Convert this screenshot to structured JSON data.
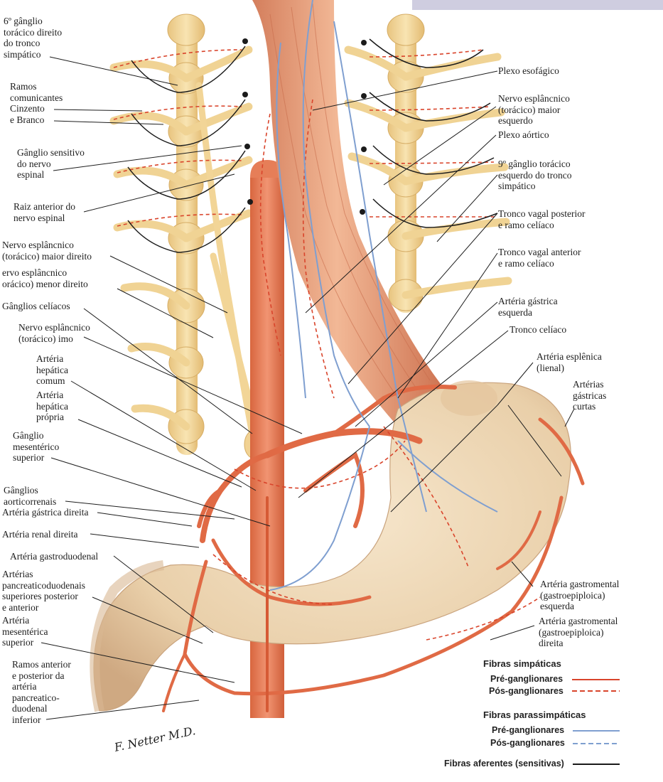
{
  "header": {
    "text": ""
  },
  "labels_left": [
    {
      "id": "ganglio-toracico-6",
      "lines": [
        "6º gânglio",
        "torácico direito",
        "do tronco",
        "simpático"
      ]
    },
    {
      "id": "ramos-comunicantes",
      "lines": [
        "Ramos",
        "comunicantes",
        "Cinzento",
        "e Branco"
      ]
    },
    {
      "id": "ganglio-sensitivo",
      "lines": [
        "Gânglio sensitivo",
        "do nervo",
        "espinal"
      ]
    },
    {
      "id": "raiz-anterior",
      "lines": [
        "Raiz anterior do",
        "nervo espinal"
      ]
    },
    {
      "id": "esplancnico-maior-direito",
      "lines": [
        "Nervo esplâncnico",
        "(torácico) maior direito"
      ]
    },
    {
      "id": "esplancnico-menor-direito",
      "lines": [
        "ervo esplâncnico",
        "orácico) menor direito"
      ]
    },
    {
      "id": "ganglios-celiacos",
      "lines": [
        "Gânglios celíacos"
      ]
    },
    {
      "id": "esplancnico-imo",
      "lines": [
        "Nervo esplâncnico",
        "(torácico) imo"
      ]
    },
    {
      "id": "arteria-hepatica-comum",
      "lines": [
        "Artéria",
        "hepática",
        "comum"
      ]
    },
    {
      "id": "arteria-hepatica-propria",
      "lines": [
        "Artéria",
        "hepática",
        "própria"
      ]
    },
    {
      "id": "ganglio-mesenterico",
      "lines": [
        "Gânglio",
        "mesentérico",
        "superior"
      ]
    },
    {
      "id": "ganglios-aorticorrenais",
      "lines": [
        "Gânglios",
        "aorticorrenais"
      ]
    },
    {
      "id": "arteria-gastrica-direita",
      "lines": [
        "Artéria gástrica direita"
      ]
    },
    {
      "id": "arteria-renal-direita",
      "lines": [
        "Artéria renal direita"
      ]
    },
    {
      "id": "arteria-gastroduodenal",
      "lines": [
        "Artéria gastroduodenal"
      ]
    },
    {
      "id": "arterias-pancreaticoduodenais",
      "lines": [
        "Artérias",
        "pancreaticoduodenais",
        "superiores posterior",
        "e anterior"
      ]
    },
    {
      "id": "arteria-mesenterica",
      "lines": [
        "Artéria",
        "mesentérica",
        "superior"
      ]
    },
    {
      "id": "ramos-pancreaticoduodenal-inferior",
      "lines": [
        "Ramos anterior",
        "e posterior da",
        "artéria",
        "pancreatico-",
        "duodenal",
        "inferior"
      ]
    }
  ],
  "labels_right": [
    {
      "id": "plexo-esofagico",
      "lines": [
        "Plexo esofágico"
      ]
    },
    {
      "id": "esplancnico-maior-esquerdo",
      "lines": [
        "Nervo esplâncnico",
        "(torácico) maior",
        "esquerdo"
      ]
    },
    {
      "id": "plexo-aortico",
      "lines": [
        "Plexo aórtico"
      ]
    },
    {
      "id": "ganglio-toracico-9",
      "lines": [
        "9º gânglio torácico",
        "esquerdo do tronco",
        "simpático"
      ]
    },
    {
      "id": "tronco-vagal-posterior",
      "lines": [
        "Tronco vagal posterior",
        "e ramo celíaco"
      ]
    },
    {
      "id": "tronco-vagal-anterior",
      "lines": [
        "Tronco vagal anterior",
        "e ramo celíaco"
      ]
    },
    {
      "id": "arteria-gastrica-esquerda",
      "lines": [
        "Artéria gástrica",
        "esquerda"
      ]
    },
    {
      "id": "tronco-celiaco",
      "lines": [
        "Tronco celíaco"
      ]
    },
    {
      "id": "arteria-esplenica",
      "lines": [
        "Artéria esplênica",
        "(lienal)"
      ]
    },
    {
      "id": "arterias-gastricas-curtas",
      "lines": [
        "Artérias",
        "gástricas",
        "curtas"
      ]
    },
    {
      "id": "gastromental-esquerda",
      "lines": [
        "Artéria gastromental",
        "(gastroepiploica)",
        "esquerda"
      ]
    },
    {
      "id": "gastromental-direita",
      "lines": [
        "Artéria gastromental",
        "(gastroepiploica)",
        "direita"
      ]
    }
  ],
  "legend": {
    "sympathetic_title": "Fibras simpáticas",
    "sym_pre": "Pré-ganglionares",
    "sym_pos": "Pós-ganglionares",
    "parasympathetic_title": "Fibras parassimpáticas",
    "para_pre": "Pré-ganglionares",
    "para_pos": "Pós-ganglionares",
    "afferent": "Fibras aferentes (sensitivas)",
    "colors": {
      "sympathetic": "#d9442b",
      "parasympathetic": "#7f9fd0",
      "afferent": "#1a1a1a"
    }
  },
  "signature": "F. Netter M.D.",
  "colors": {
    "ganglion_chain": "#f3d9a0",
    "ganglion_shade": "#e0b86e",
    "esophagus": "#e9a27e",
    "aorta": "#e8825d",
    "stomach": "#efd8b8",
    "stomach_shade": "#d9b793"
  }
}
